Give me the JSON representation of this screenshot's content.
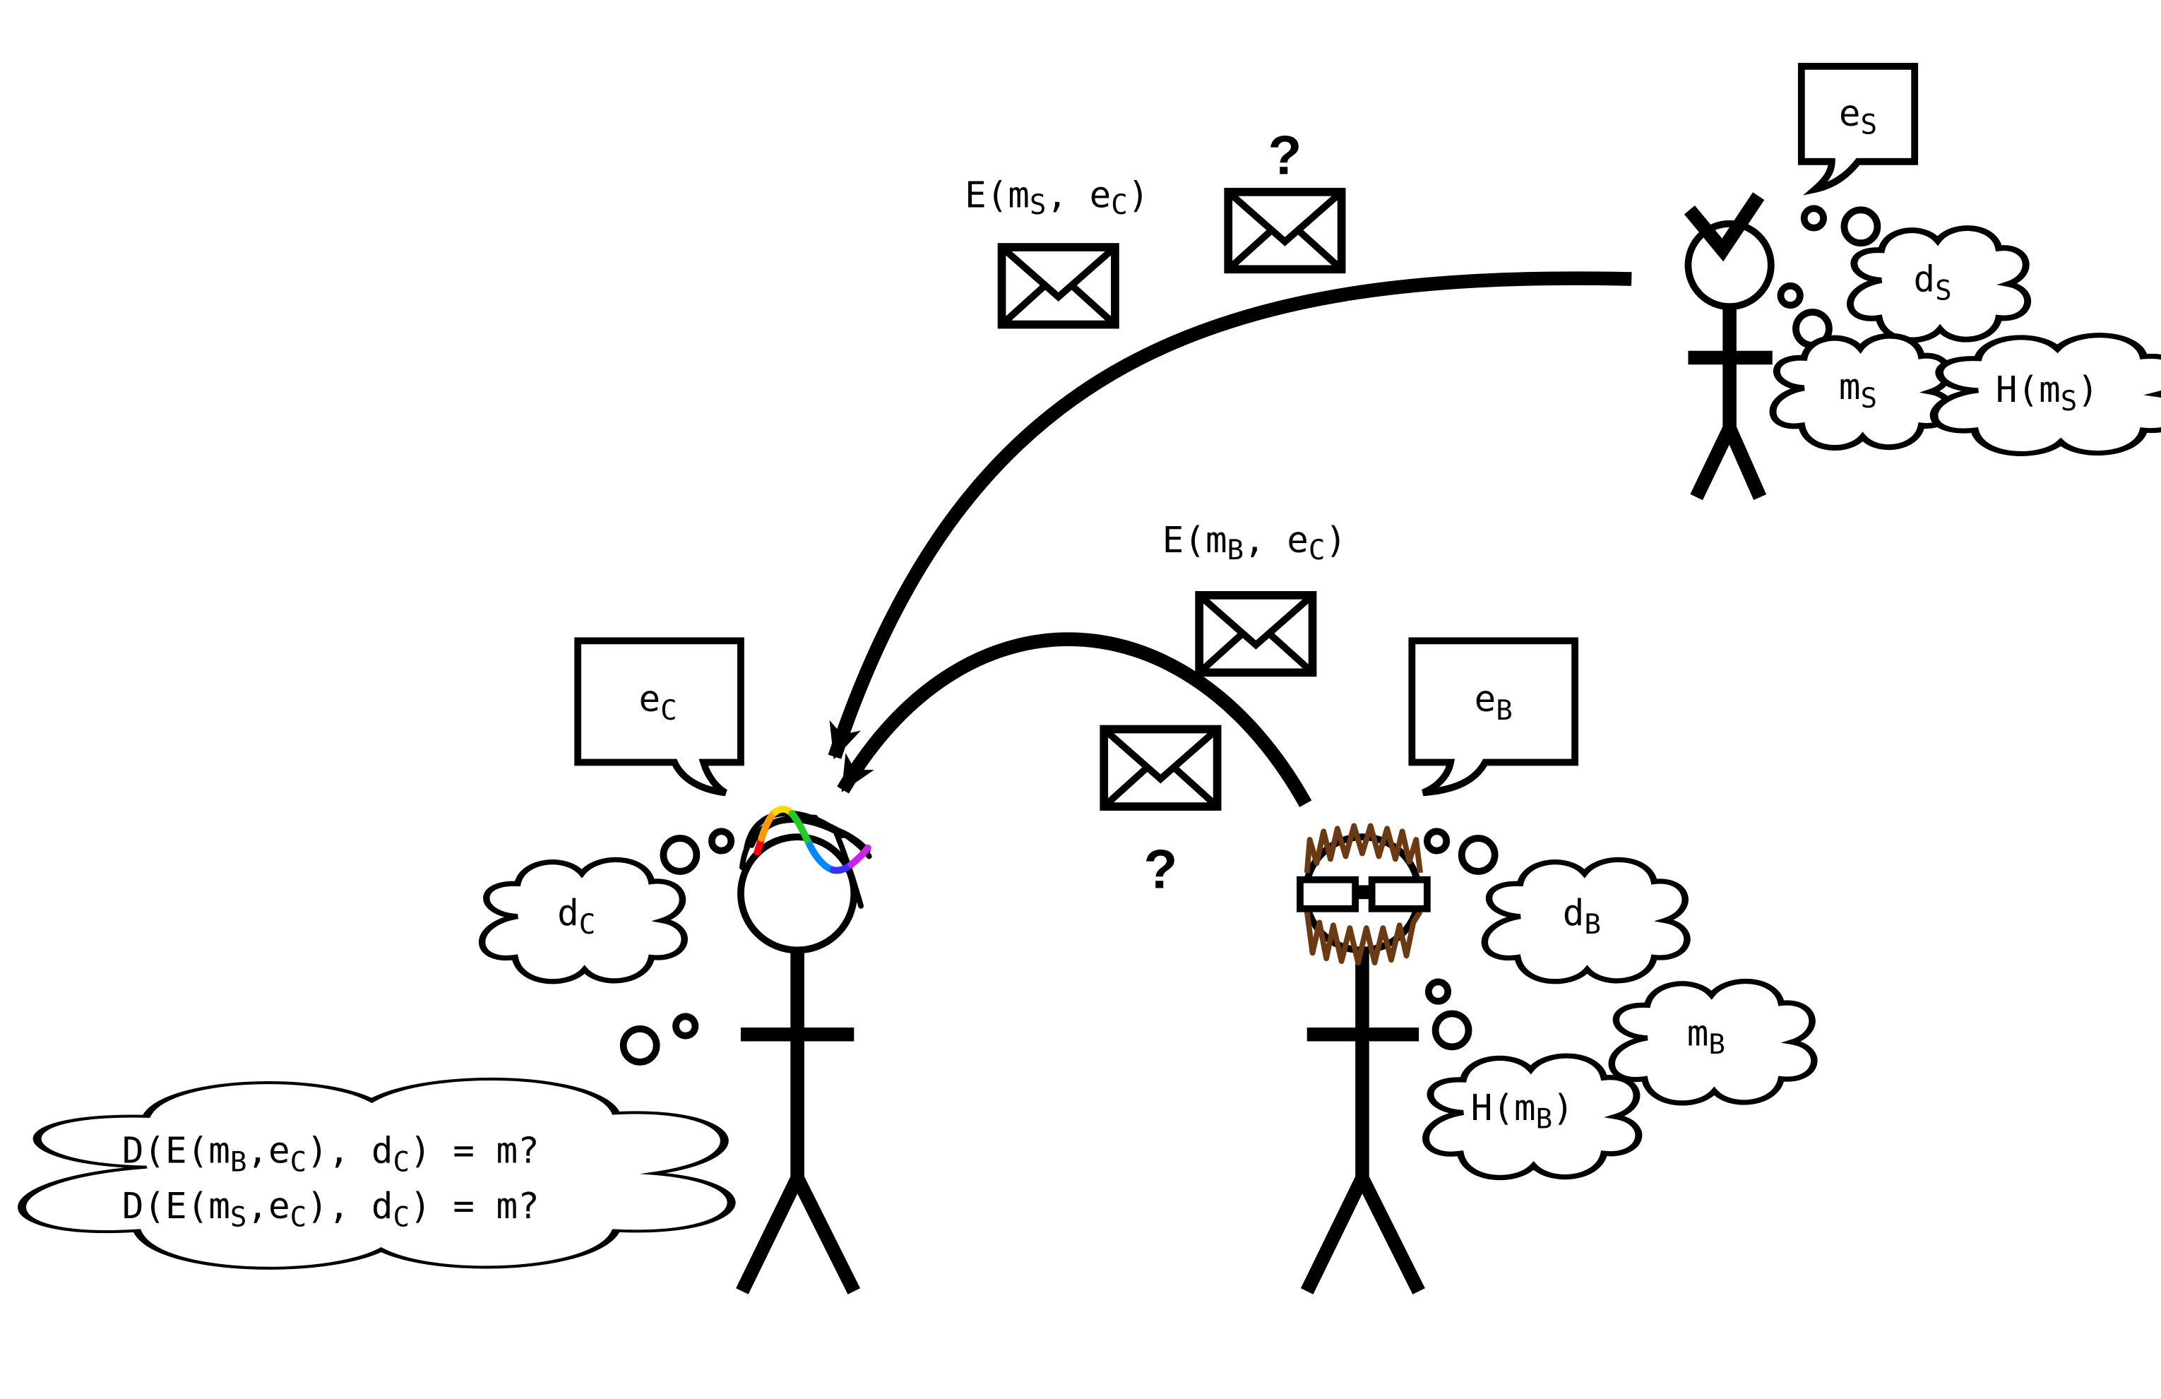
{
  "sender": {
    "speech": {
      "base": "e",
      "sub": "S"
    },
    "thoughts": {
      "d": {
        "base": "d",
        "sub": "S"
      },
      "m": {
        "base": "m",
        "sub": "S"
      },
      "h": {
        "pre": "H(",
        "base": "m",
        "sub": "S",
        "post": ")"
      }
    }
  },
  "bob": {
    "speech": {
      "base": "e",
      "sub": "B"
    },
    "thoughts": {
      "d": {
        "base": "d",
        "sub": "B"
      },
      "m": {
        "base": "m",
        "sub": "B"
      },
      "h": {
        "pre": "H(",
        "base": "m",
        "sub": "B",
        "post": ")"
      }
    }
  },
  "carol": {
    "speech": {
      "base": "e",
      "sub": "C"
    },
    "thoughts": {
      "d": {
        "base": "d",
        "sub": "C"
      },
      "line1": {
        "p1": "D(E(m",
        "s1": "B",
        "p2": ",e",
        "s2": "C",
        "p3": "), d",
        "s3": "C",
        "p4": ") = m?"
      },
      "line2": {
        "p1": "D(E(m",
        "s1": "S",
        "p2": ",e",
        "s2": "C",
        "p3": "), d",
        "s3": "C",
        "p4": ") = m?"
      }
    }
  },
  "messages": {
    "sender_label": {
      "p1": "E(m",
      "s1": "S",
      "p2": ", e",
      "s2": "C",
      "p3": ")"
    },
    "bob_label": {
      "p1": "E(m",
      "s1": "B",
      "p2": ", e",
      "s2": "C",
      "p3": ")"
    },
    "question_top": "?",
    "question_mid": "?"
  },
  "colors": {
    "ink": "#000000",
    "bob_hair": "#6b3a12",
    "carol_hair_rainbow": [
      "#ff0000",
      "#ff9900",
      "#ffd800",
      "#22cc22",
      "#0088ff",
      "#3a2bff",
      "#cc22ee"
    ]
  }
}
